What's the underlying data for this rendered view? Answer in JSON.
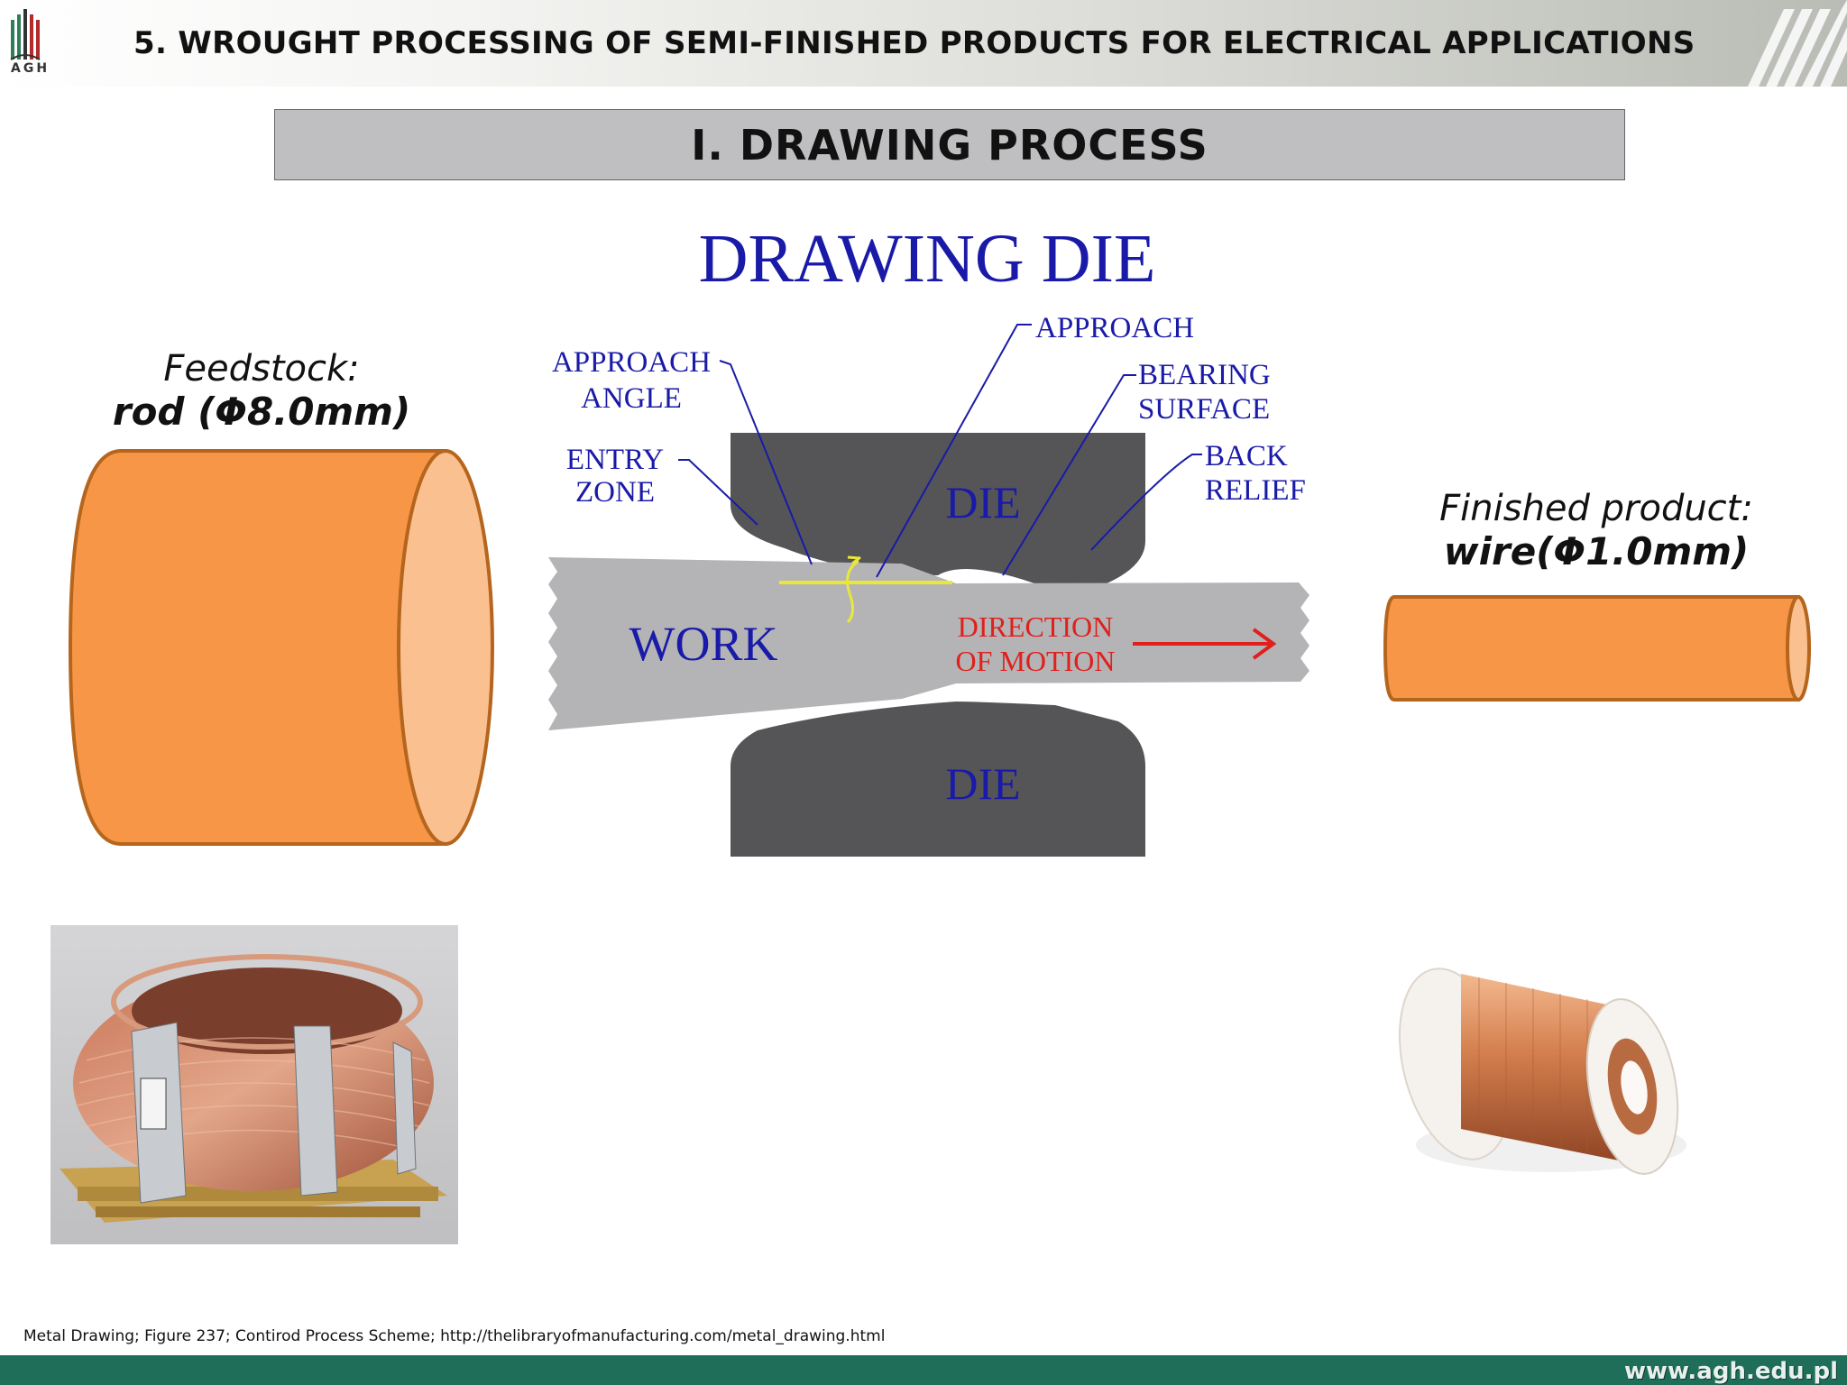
{
  "header": {
    "logo_text": "AGH",
    "title": "5. WROUGHT PROCESSING OF SEMI-FINISHED PRODUCTS FOR ELECTRICAL APPLICATIONS"
  },
  "section": {
    "title": "I. DRAWING PROCESS"
  },
  "feedstock": {
    "label": "Feedstock:",
    "value": "rod (Φ8.0mm)"
  },
  "finished": {
    "label": "Finished product:",
    "value": "wire(Φ1.0mm)"
  },
  "diagram": {
    "title": "DRAWING DIE",
    "labels": {
      "approach_angle_1": "APPROACH",
      "approach_angle_2": "ANGLE",
      "entry_zone_1": "ENTRY",
      "entry_zone_2": "ZONE",
      "approach": "APPROACH",
      "bearing_surface_1": "BEARING",
      "bearing_surface_2": "SURFACE",
      "back_relief_1": "BACK",
      "back_relief_2": "RELIEF",
      "die_top": "DIE",
      "die_bottom": "DIE",
      "work": "WORK",
      "direction_1": "DIRECTION",
      "direction_2": "OF MOTION"
    },
    "colors": {
      "title": "#1a1aa8",
      "die": "#555558",
      "work": "#b4b4b6",
      "direction": "#e0201c",
      "angle_marker": "#e8e83a"
    }
  },
  "colors": {
    "copper_fill": "#f79646",
    "copper_stroke": "#b5651d",
    "copper_end": "#fbc08f",
    "footer": "#1f6e59"
  },
  "footer": {
    "citation": "Metal Drawing; Figure 237; Contirod Process Scheme; http://thelibraryofmanufacturing.com/metal_drawing.html",
    "url": "www.agh.edu.pl"
  }
}
